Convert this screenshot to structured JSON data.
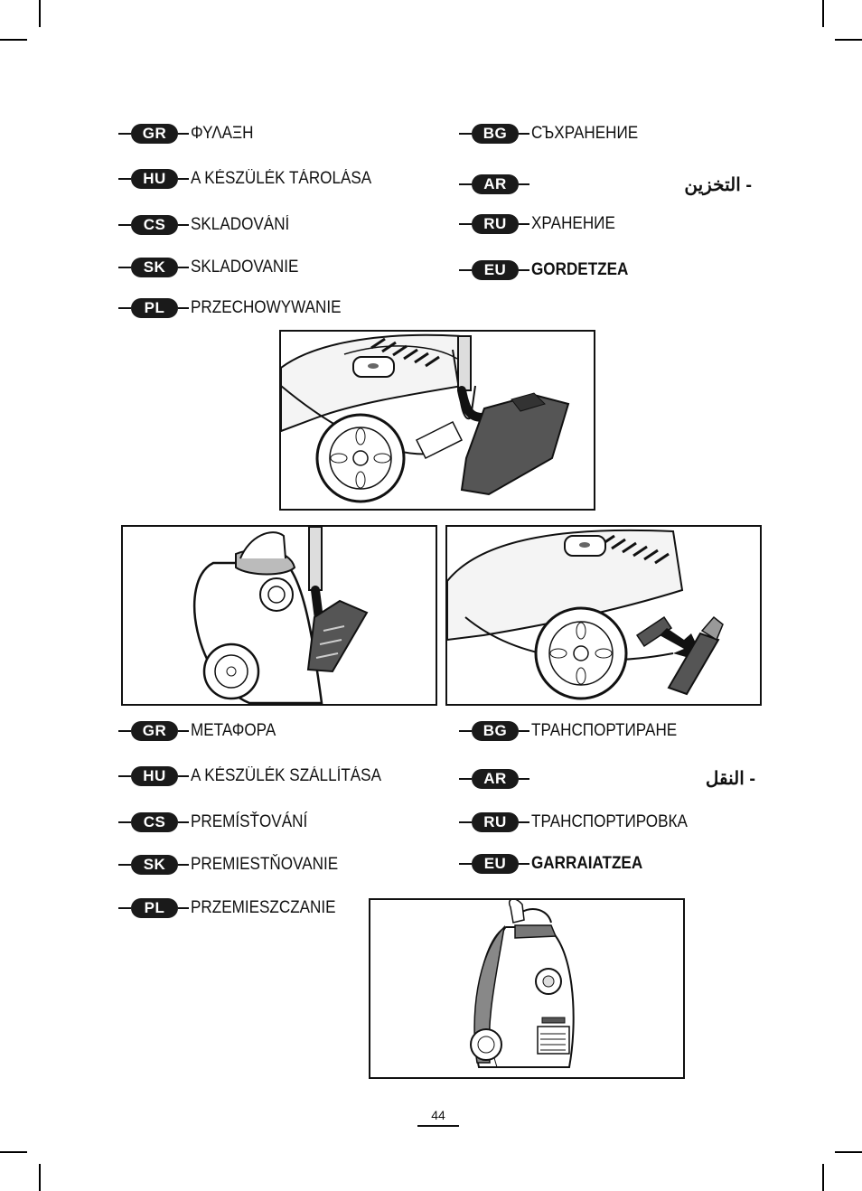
{
  "storage_section": {
    "left": [
      {
        "code": "GR",
        "label": "ΦΥΛΑΞΗ"
      },
      {
        "code": "HU",
        "label": "A KÉSZÜLÉK TÁROLÁSA"
      },
      {
        "code": "CS",
        "label": "SKLADOVÁNÍ"
      },
      {
        "code": "SK",
        "label": "SKLADOVANIE"
      },
      {
        "code": "PL",
        "label": "PRZECHOWYWANIE"
      }
    ],
    "right": [
      {
        "code": "BG",
        "label": "СЪХРАНЕНИЕ"
      },
      {
        "code": "AR",
        "label": "- التخزين"
      },
      {
        "code": "RU",
        "label": "ХРАНЕНИЕ"
      },
      {
        "code": "EU",
        "label": "GORDETZEA"
      }
    ]
  },
  "transport_section": {
    "left": [
      {
        "code": "GR",
        "label": "ΜΕΤΑΦΟΡΑ"
      },
      {
        "code": "HU",
        "label": "A KÉSZÜLÉK SZÁLLÍTÁSA"
      },
      {
        "code": "CS",
        "label": "PREMÍSŤOVÁNÍ"
      },
      {
        "code": "SK",
        "label": "PREMIESTŇOVANIE"
      },
      {
        "code": "PL",
        "label": "PRZEMIESZCZANIE"
      }
    ],
    "right": [
      {
        "code": "BG",
        "label": "ТРАНСПОРТИРАНЕ"
      },
      {
        "code": "AR",
        "label": "- النقل"
      },
      {
        "code": "RU",
        "label": "ТРАНСПОРТИРОВКА"
      },
      {
        "code": "EU",
        "label": "GARRAIATZEA"
      }
    ]
  },
  "page_number": "44"
}
